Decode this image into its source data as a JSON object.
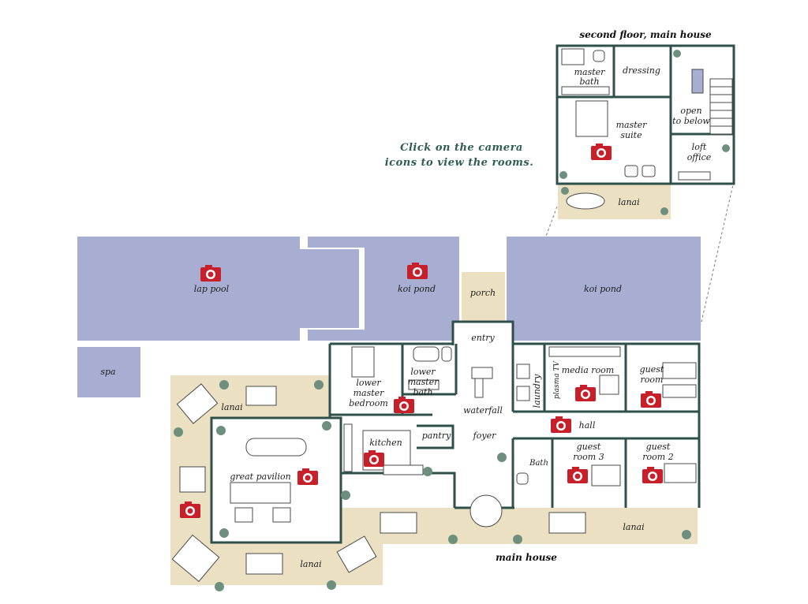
{
  "hint": {
    "line1": "Click on the camera",
    "line2": "icons to view the rooms."
  },
  "titles": {
    "second_floor": "second floor, main house",
    "main_house": "main house"
  },
  "rooms": {
    "master_bath_1": "master",
    "master_bath_2": "bath",
    "dressing": "dressing",
    "open_below_1": "open",
    "open_below_2": "to below",
    "master_suite_1": "master",
    "master_suite_2": "suite",
    "loft_office_1": "loft",
    "loft_office_2": "office",
    "upper_lanai": "lanai",
    "lap_pool": "lap pool",
    "koi_pond_left": "koi pond",
    "porch": "porch",
    "koi_pond_right": "koi pond",
    "spa": "spa",
    "entry": "entry",
    "lower_master_bedroom_1": "lower",
    "lower_master_bedroom_2": "master",
    "lower_master_bedroom_3": "bedroom",
    "lower_master_bath_1": "lower",
    "lower_master_bath_2": "master",
    "lower_master_bath_3": "bath",
    "waterfall": "waterfall",
    "laundry": "laundry",
    "plasma_tv": "plasma TV",
    "media_room": "media room",
    "guest_room_1": "guest",
    "guest_room_2": "room",
    "lanai_left": "lanai",
    "kitchen": "kitchen",
    "pantry": "pantry",
    "foyer": "foyer",
    "hall": "hall",
    "bath": "Bath",
    "guest_room3_1": "guest",
    "guest_room3_2": "room 3",
    "guest_room2_1": "guest",
    "guest_room2_2": "room 2",
    "great_pavilion": "great pavilion",
    "lanai_right": "lanai",
    "lanai_bottom": "lanai"
  },
  "colors": {
    "water": "#a8aed1",
    "deck": "#ebe0c1",
    "wall": "#2f4f4a",
    "camera": "#c8202b",
    "hint_text": "#2f5d56"
  },
  "icons": [
    "camera-icon",
    "plant-icon",
    "furniture-icon"
  ]
}
